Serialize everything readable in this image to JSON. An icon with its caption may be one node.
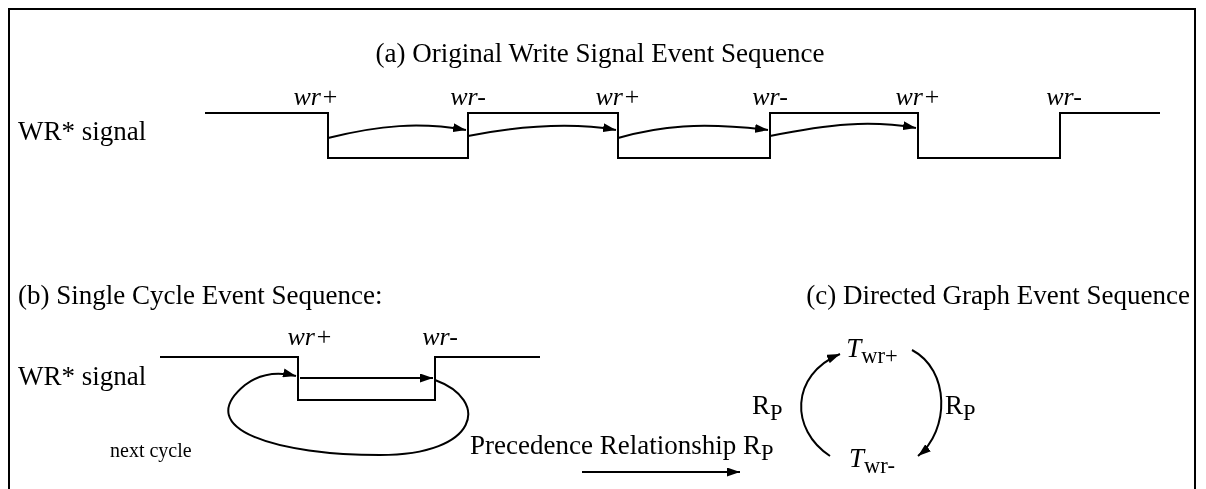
{
  "diagram": {
    "nodes": [
      {
        "text": [
          "wr+"
        ]
      },
      {
        "text": [
          "wr-"
        ]
      },
      {
        "text": [
          "wr+"
        ]
      },
      {
        "text": [
          "wr-"
        ]
      },
      {
        "text": [
          "wr+"
        ]
      },
      {
        "text": [
          "wr-"
        ]
      },
      {
        "text": [
          "wr+"
        ]
      },
      {
        "text": [
          "wr-"
        ]
      },
      {
        "text": [
          "*T*$_{wr+}$"
        ]
      },
      {
        "text": [
          "*T*$_{wr-}$"
        ]
      }
    ],
    "edges": [
      {
        "from": 0,
        "to": 1,
        "arrow": "to"
      },
      {
        "from": 1,
        "to": 2,
        "arrow": "to"
      },
      {
        "from": 2,
        "to": 3,
        "arrow": "to"
      },
      {
        "from": 3,
        "to": 4,
        "arrow": "to"
      },
      {
        "from": 6,
        "to": 7,
        "arrow": "to"
      },
      {
        "from": 7,
        "to": 6,
        "arrow": "to",
        "label": "next cycle"
      },
      {
        "from": 8,
        "to": 9,
        "arrow": "to",
        "label": "R$_{P}$"
      },
      {
        "from": 9,
        "to": 8,
        "arrow": "to",
        "label": "R$_{P}$"
      }
    ],
    "labels": [
      "(a) Original Write Signal Event Sequence",
      "WR* signal",
      "(b) Single Cycle Event Sequence:",
      "(c) Directed Graph Event Sequence",
      "WR* signal"
    ],
    "legend": [
      {
        "text": "Precedence Relationship R$_{P}$"
      }
    ]
  }
}
